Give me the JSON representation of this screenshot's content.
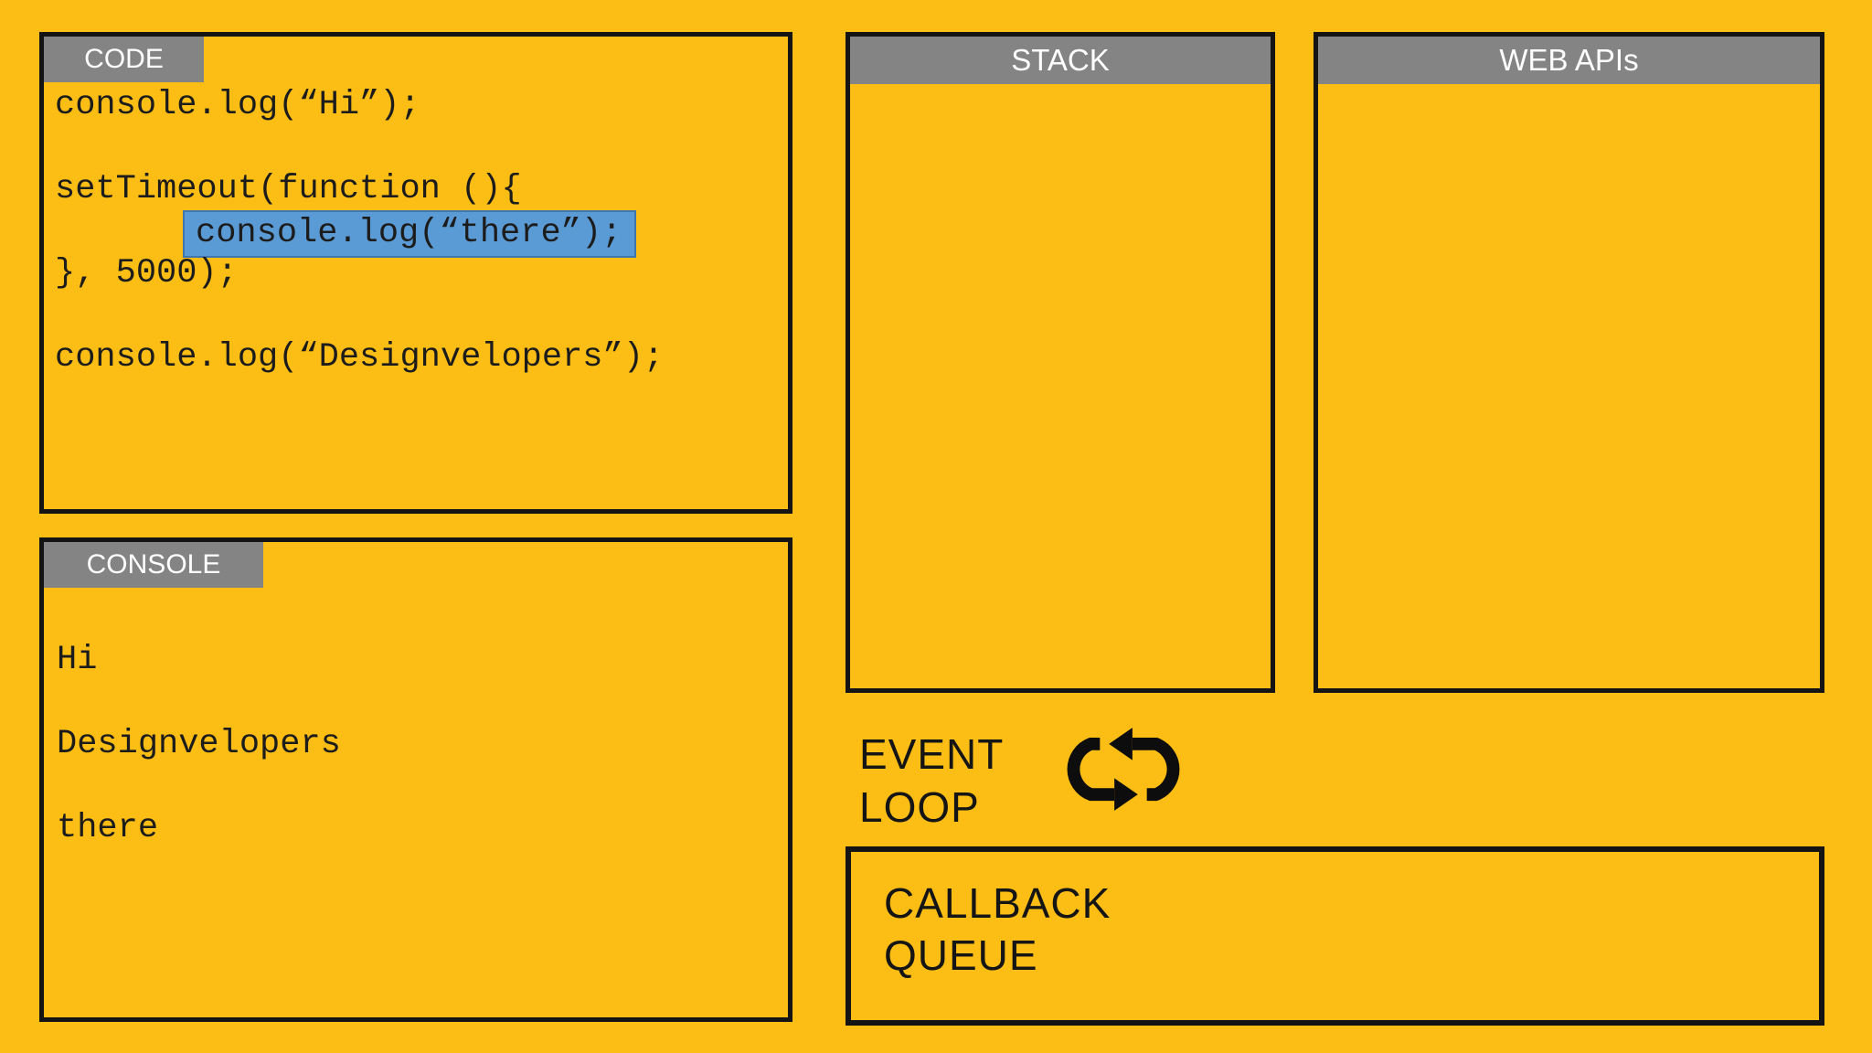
{
  "colors": {
    "background": "#fcbe14",
    "panel_border": "#141414",
    "header_bg": "#848484",
    "header_text": "#ffffff",
    "code_text": "#1c1c1c",
    "highlight_bg": "#5b9bd5",
    "highlight_border": "#4076ae",
    "icon_black": "#0d0d0d"
  },
  "panels": {
    "code": {
      "label": "CODE",
      "lines": [
        "console.log(“Hi”);",
        "",
        "setTimeout(function (){",
        "console.log(“there”);",
        "}, 5000);",
        "",
        "console.log(“Designvelopers”);"
      ]
    },
    "console": {
      "label": "CONSOLE",
      "lines": [
        "Hi",
        "Designvelopers",
        "there"
      ]
    },
    "stack": {
      "label": "STACK"
    },
    "web_apis": {
      "label": "WEB APIs"
    },
    "event_loop": {
      "line1": "EVENT",
      "line2": "LOOP",
      "icon": "loop-arrows-icon"
    },
    "callback_queue": {
      "line1": "CALLBACK",
      "line2": "QUEUE"
    }
  }
}
